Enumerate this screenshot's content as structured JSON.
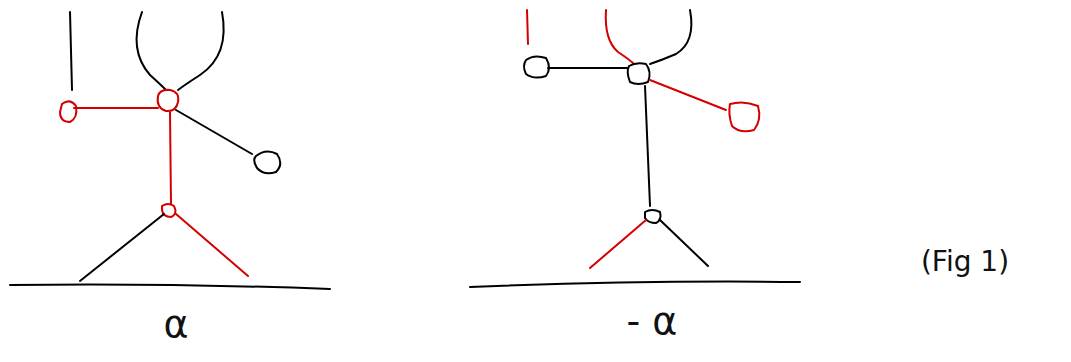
{
  "diagram": {
    "labels": [
      "α",
      "- α",
      "(Fig 1)"
    ]
  }
}
